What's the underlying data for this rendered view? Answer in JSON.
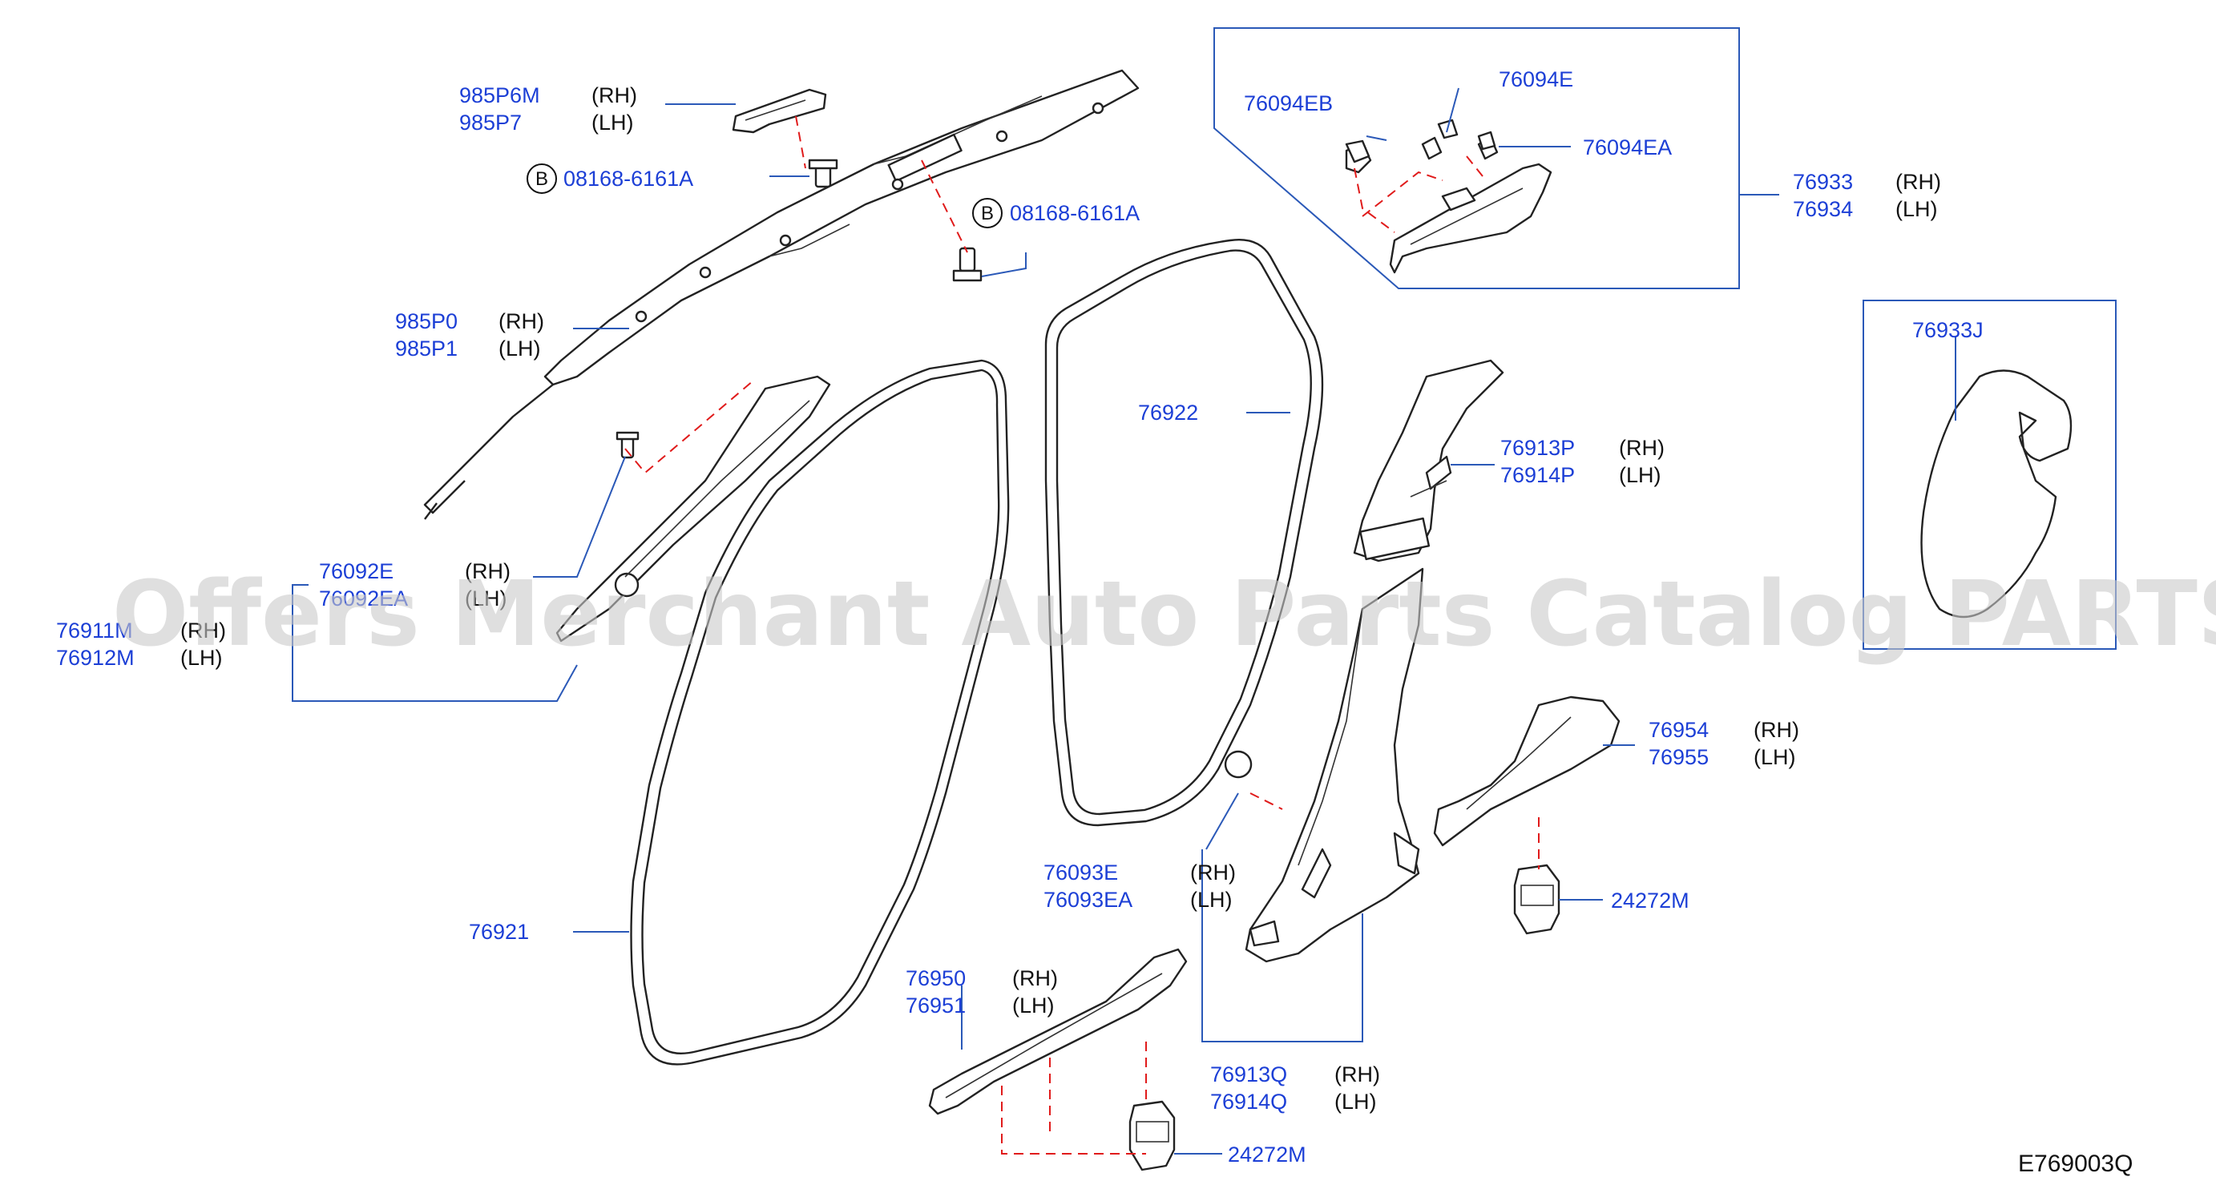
{
  "diagram_code": "E769003Q",
  "watermark": "Offers Merchant Auto Parts Catalog PARTSTORE.SA",
  "bolt_symbol": "B",
  "labels": {
    "p985P6M": {
      "code": "985P6M",
      "side": "(RH)"
    },
    "p985P7": {
      "code": "985P7",
      "side": "(LH)"
    },
    "bolt1": {
      "code": "08168-6161A"
    },
    "bolt2": {
      "code": "08168-6161A"
    },
    "p985P0": {
      "code": "985P0",
      "side": "(RH)"
    },
    "p985P1": {
      "code": "985P1",
      "side": "(LH)"
    },
    "p76092E": {
      "code": "76092E",
      "side": "(RH)"
    },
    "p76092EA": {
      "code": "76092EA",
      "side": "(LH)"
    },
    "p76911M": {
      "code": "76911M",
      "side": "(RH)"
    },
    "p76912M": {
      "code": "76912M",
      "side": "(LH)"
    },
    "p76921": {
      "code": "76921"
    },
    "p76922": {
      "code": "76922"
    },
    "p76094EB": {
      "code": "76094EB"
    },
    "p76094E": {
      "code": "76094E"
    },
    "p76094EA": {
      "code": "76094EA"
    },
    "p76933": {
      "code": "76933",
      "side": "(RH)"
    },
    "p76934": {
      "code": "76934",
      "side": "(LH)"
    },
    "p76933J": {
      "code": "76933J"
    },
    "p76913P": {
      "code": "76913P",
      "side": "(RH)"
    },
    "p76914P": {
      "code": "76914P",
      "side": "(LH)"
    },
    "p76954": {
      "code": "76954",
      "side": "(RH)"
    },
    "p76955": {
      "code": "76955",
      "side": "(LH)"
    },
    "p24272M_a": {
      "code": "24272M"
    },
    "p76093E": {
      "code": "76093E",
      "side": "(RH)"
    },
    "p76093EA": {
      "code": "76093EA",
      "side": "(LH)"
    },
    "p76950": {
      "code": "76950",
      "side": "(RH)"
    },
    "p76951": {
      "code": "76951",
      "side": "(LH)"
    },
    "p76913Q": {
      "code": "76913Q",
      "side": "(RH)"
    },
    "p76914Q": {
      "code": "76914Q",
      "side": "(LH)"
    },
    "p24272M_b": {
      "code": "24272M"
    }
  },
  "colors": {
    "label": "#1c3fd6",
    "leader": "#2b59b8",
    "dash": "#e01b1b",
    "watermark": "#c9c9c9"
  }
}
